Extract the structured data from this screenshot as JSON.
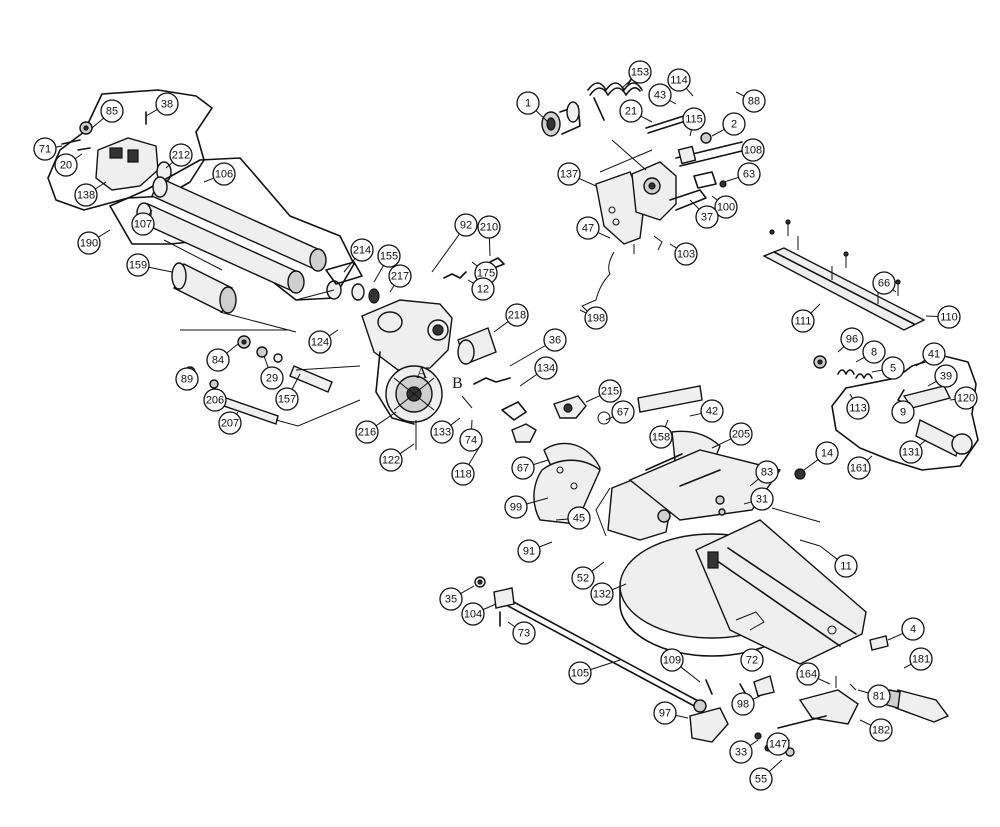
{
  "callouts": [
    {
      "n": "1"
    },
    {
      "n": "153"
    },
    {
      "n": "114"
    },
    {
      "n": "43"
    },
    {
      "n": "88"
    },
    {
      "n": "21"
    },
    {
      "n": "115"
    },
    {
      "n": "2"
    },
    {
      "n": "108"
    },
    {
      "n": "137"
    },
    {
      "n": "63"
    },
    {
      "n": "100"
    },
    {
      "n": "37"
    },
    {
      "n": "47"
    },
    {
      "n": "103"
    },
    {
      "n": "198"
    },
    {
      "n": "85"
    },
    {
      "n": "38"
    },
    {
      "n": "71"
    },
    {
      "n": "20"
    },
    {
      "n": "212"
    },
    {
      "n": "106"
    },
    {
      "n": "138"
    },
    {
      "n": "107"
    },
    {
      "n": "190"
    },
    {
      "n": "92"
    },
    {
      "n": "210"
    },
    {
      "n": "214"
    },
    {
      "n": "155"
    },
    {
      "n": "175"
    },
    {
      "n": "217"
    },
    {
      "n": "12"
    },
    {
      "n": "159"
    },
    {
      "n": "218"
    },
    {
      "n": "124"
    },
    {
      "n": "36"
    },
    {
      "n": "84"
    },
    {
      "n": "29"
    },
    {
      "n": "89"
    },
    {
      "n": "134"
    },
    {
      "n": "206"
    },
    {
      "n": "157"
    },
    {
      "n": "215"
    },
    {
      "n": "67"
    },
    {
      "n": "207"
    },
    {
      "n": "216"
    },
    {
      "n": "133"
    },
    {
      "n": "74"
    },
    {
      "n": "122"
    },
    {
      "n": "118"
    },
    {
      "n": "42"
    },
    {
      "n": "158"
    },
    {
      "n": "205"
    },
    {
      "n": "67"
    },
    {
      "n": "14"
    },
    {
      "n": "83"
    },
    {
      "n": "99"
    },
    {
      "n": "31"
    },
    {
      "n": "45"
    },
    {
      "n": "91"
    },
    {
      "n": "11"
    },
    {
      "n": "52"
    },
    {
      "n": "132"
    },
    {
      "n": "35"
    },
    {
      "n": "104"
    },
    {
      "n": "73"
    },
    {
      "n": "4"
    },
    {
      "n": "105"
    },
    {
      "n": "109"
    },
    {
      "n": "72"
    },
    {
      "n": "181"
    },
    {
      "n": "164"
    },
    {
      "n": "81"
    },
    {
      "n": "98"
    },
    {
      "n": "97"
    },
    {
      "n": "182"
    },
    {
      "n": "147"
    },
    {
      "n": "33"
    },
    {
      "n": "55"
    },
    {
      "n": "66"
    },
    {
      "n": "111"
    },
    {
      "n": "110"
    },
    {
      "n": "96"
    },
    {
      "n": "8"
    },
    {
      "n": "41"
    },
    {
      "n": "5"
    },
    {
      "n": "39"
    },
    {
      "n": "113"
    },
    {
      "n": "9"
    },
    {
      "n": "120"
    },
    {
      "n": "131"
    },
    {
      "n": "161"
    }
  ],
  "markers": {
    "a": "A",
    "b": "B"
  }
}
